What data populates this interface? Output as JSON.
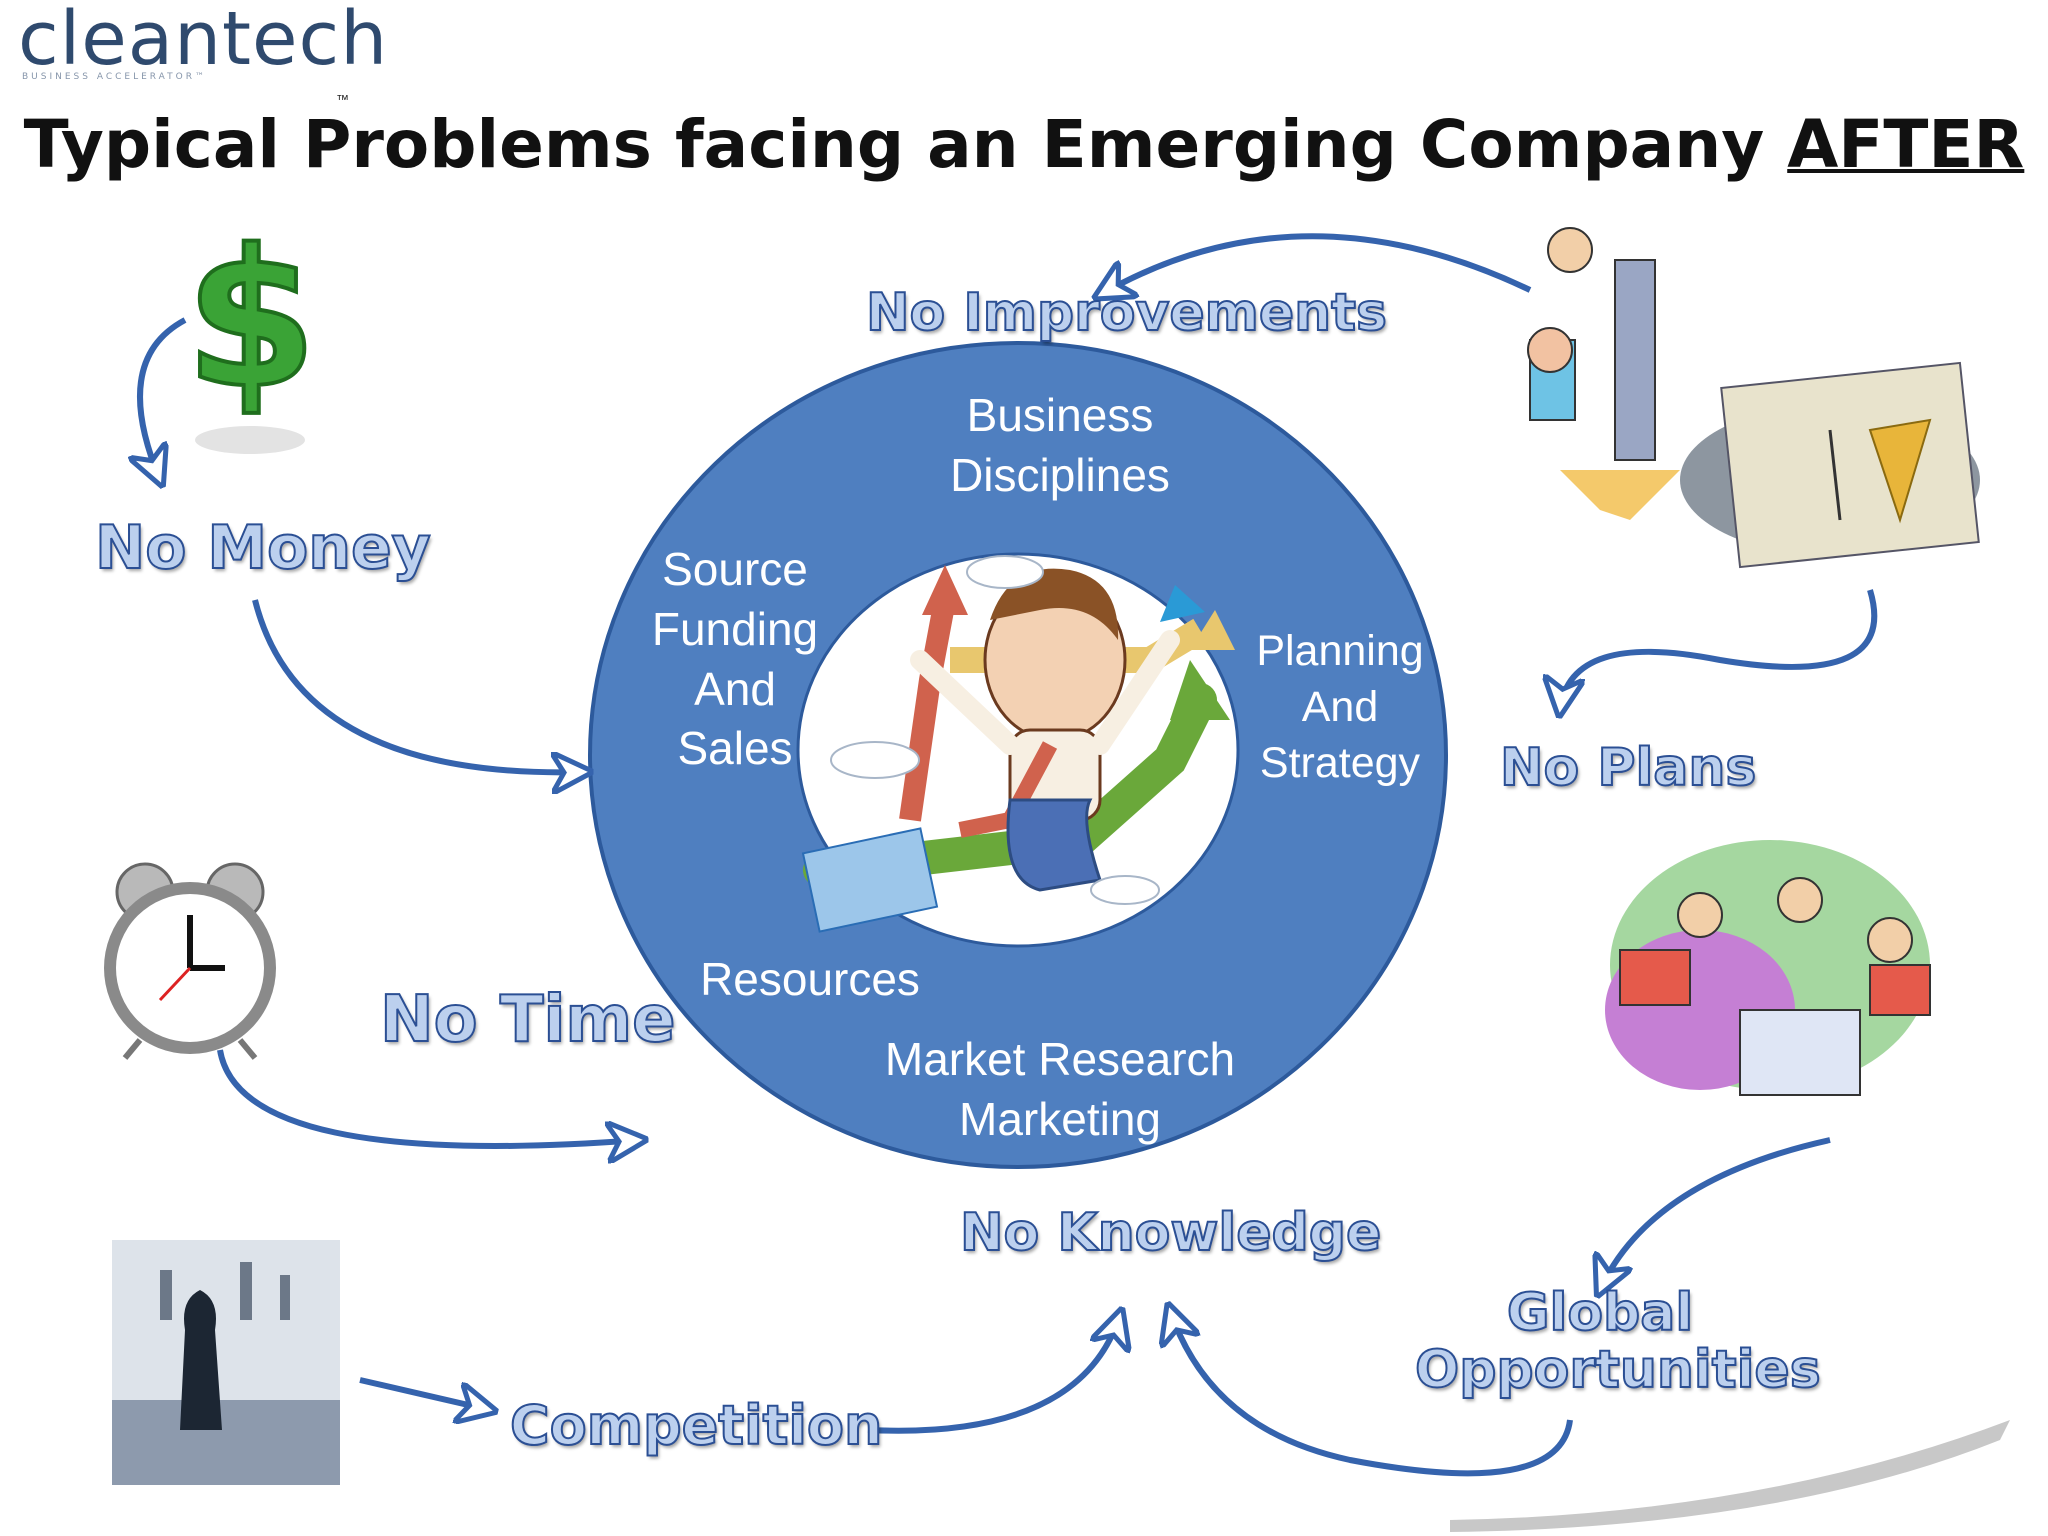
{
  "brand": {
    "logo_text": "cleantech",
    "logo_sub": "BUSINESS ACCELERATOR™",
    "trademark": "™"
  },
  "title": {
    "main": "Typical Problems facing an Emerging Company ",
    "emphasis": "AFTER"
  },
  "ring": {
    "color": "#4f7fc0",
    "outline": "#2d5a9c",
    "segments": {
      "business": "Business\nDisciplines",
      "source": "Source\nFunding\nAnd\nSales",
      "planning": "Planning\nAnd\nStrategy",
      "resources": "Resources",
      "market": "Market Research\nMarketing"
    }
  },
  "problems": {
    "no_money": "No Money",
    "no_time": "No Time",
    "no_improvements": "No Improvements",
    "no_plans": "No Plans",
    "no_knowledge": "No Knowledge",
    "competition": "Competition",
    "global": "Global\nOpportunities"
  },
  "colors": {
    "arrow": "#3563ad",
    "label_fill": "#bcd0ee",
    "label_stroke": "#2b4f94",
    "dollar": "#3aa336"
  }
}
